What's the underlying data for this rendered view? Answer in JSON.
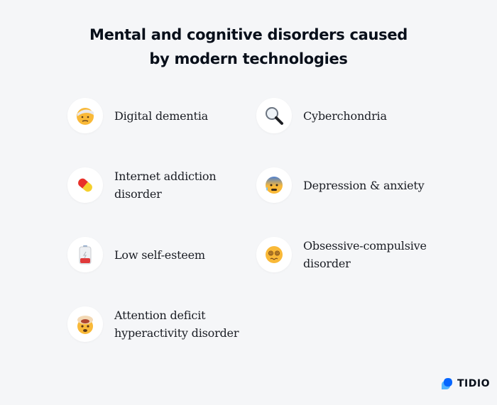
{
  "title": {
    "line1": "Mental and cognitive disorders caused",
    "line2": "by modern technologies"
  },
  "items": [
    {
      "icon": "bandaged-face-icon",
      "line1": "Digital dementia",
      "line2": ""
    },
    {
      "icon": "pill-icon",
      "line1": "Internet addiction",
      "line2": "disorder"
    },
    {
      "icon": "low-battery-icon",
      "line1": "Low self-esteem",
      "line2": ""
    },
    {
      "icon": "exploding-head-icon",
      "line1": "Attention deficit",
      "line2": "hyperactivity disorder"
    },
    {
      "icon": "magnifying-glass-icon",
      "line1": "Cyberchondria",
      "line2": ""
    },
    {
      "icon": "anxious-sweat-face-icon",
      "line1": "Depression & anxiety",
      "line2": ""
    },
    {
      "icon": "dizzy-face-icon",
      "line1": "Obsessive-compulsive",
      "line2": "disorder"
    }
  ],
  "brand": {
    "name": "TIDIO",
    "colors": {
      "primary": "#0566ff",
      "secondary": "#4fb3ff"
    }
  },
  "colors": {
    "background": "#f5f6f8",
    "text": "#080f1a"
  }
}
